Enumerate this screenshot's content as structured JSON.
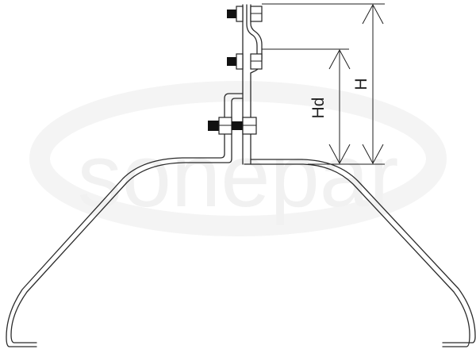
{
  "watermark": "sonepar",
  "dimensions": {
    "overall_height_label": "H",
    "drop_height_label": "Hd"
  },
  "colors": {
    "line": "#2b2b2b",
    "watermark": "#f2f2f2",
    "background": "#ffffff"
  }
}
